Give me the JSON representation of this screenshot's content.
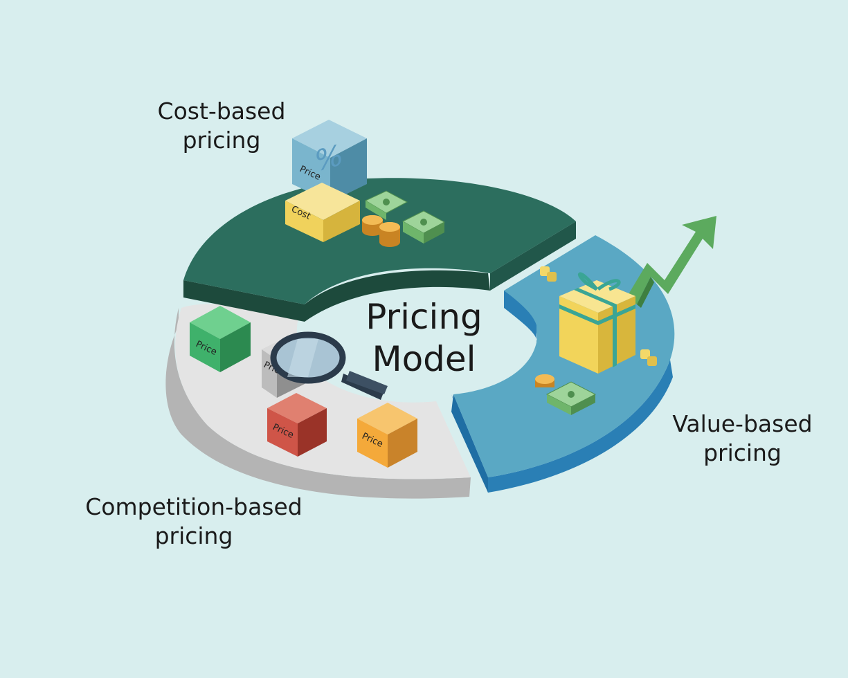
{
  "center": {
    "line1": "Pricing",
    "line2": "Model"
  },
  "segments": {
    "cost": {
      "line1": "Cost-based",
      "line2": "pricing",
      "color": "#2c6e5e"
    },
    "value": {
      "line1": "Value-based",
      "line2": "pricing",
      "color": "#3c9bc4"
    },
    "competition": {
      "line1": "Competition-based",
      "line2": "pricing",
      "color": "#e2e2e2"
    }
  },
  "cubes": {
    "price": "Price",
    "cost": "Cost",
    "percent": "%"
  },
  "colors": {
    "background": "#d8eeee",
    "cube_blue": "#78b3cc",
    "cube_yellow": "#f3d869",
    "cube_green": "#3fb16b",
    "cube_red": "#cf5548",
    "cube_orange": "#f4a93a",
    "cube_gray": "#bcbcbc",
    "arrow_green": "#5caa5e"
  },
  "icons": [
    "price-cube-icon",
    "cost-cube-icon",
    "percent-icon",
    "cash-stack-icon",
    "coin-stack-icon",
    "gift-box-icon",
    "growth-arrow-icon",
    "magnifying-glass-icon"
  ]
}
